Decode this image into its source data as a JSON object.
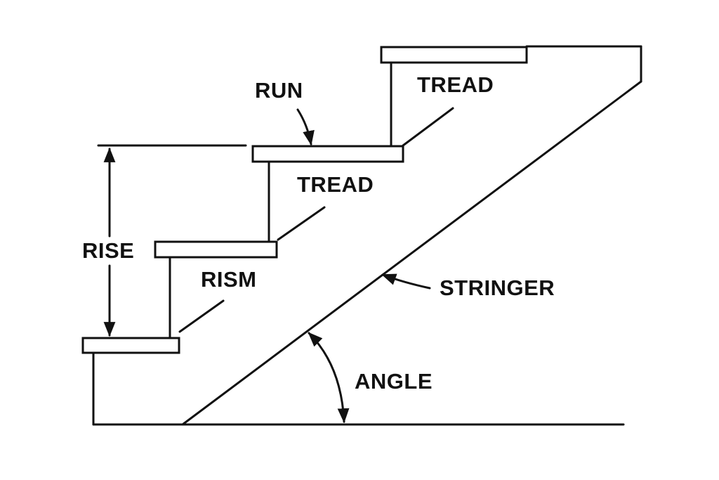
{
  "diagram": {
    "labels": {
      "run": "RUN",
      "tread_top": "TREAD",
      "tread_middle": "TREAD",
      "rise": "RISE",
      "rism": "RISM",
      "stringer": "STRINGER",
      "angle": "ANGLE"
    },
    "line_color": "#111111",
    "background": "#ffffff"
  }
}
